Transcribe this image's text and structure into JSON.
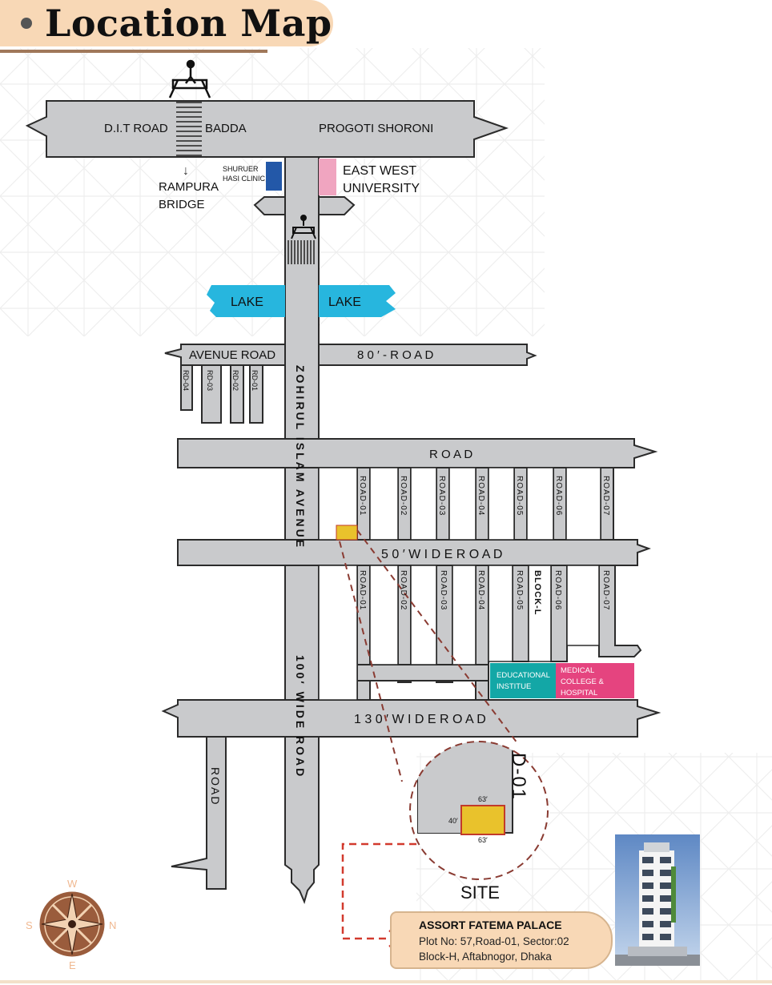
{
  "header": {
    "title": "Location Map"
  },
  "labels": {
    "dit_road": "D.I.T ROAD",
    "badda": "BADDA",
    "progoti_shoroni": "PROGOTI SHORONI",
    "shuruer_1": "SHURUER",
    "shuruer_2": "HASI CLINIC",
    "east_west_1": "EAST WEST",
    "east_west_2": "UNIVERSITY",
    "rampura_1": "RAMPURA",
    "rampura_2": "BRIDGE",
    "lake_left": "LAKE",
    "lake_right": "LAKE",
    "avenue_road": "AVENUE ROAD",
    "road_80": "8 0 ′ - R O A D",
    "road_top": "R O A D",
    "road_50": "5 0 ′   W I D E   R O A D",
    "road_130": "1 3 0 ′ W I D E   R O A D",
    "zohirul": "ZOHIRUL  ISLAM  AVENUE",
    "wide_100": "100′  WIDE  ROAD",
    "road_left": "ROAD",
    "block_l": "BLOCK-L",
    "educational_1": "EDUCATIONAL",
    "educational_2": "INSTITUE",
    "medical_1": "MEDICAL",
    "medical_2": "COLLEGE &",
    "medical_3": "HOSPITAL",
    "rd": [
      "RD-04",
      "RD-03",
      "RD-02",
      "RD-01"
    ],
    "roads_upper": [
      "ROAD-01",
      "ROAD-02",
      "ROAD-03",
      "ROAD-04",
      "ROAD-05",
      "ROAD-06",
      "ROAD-07"
    ],
    "roads_lower": [
      "ROAD-01",
      "ROAD-02",
      "ROAD-03",
      "ROAD-04",
      "ROAD-05",
      "ROAD-06",
      "ROAD-07"
    ],
    "inset_road": "D-01",
    "dim_top": "63′",
    "dim_left": "40′",
    "dim_bottom": "63′",
    "site": "SITE"
  },
  "compass": {
    "w": "W",
    "s": "S",
    "n": "N",
    "e": "E"
  },
  "info": {
    "title": "ASSORT FATEMA PALACE",
    "line1": "Plot No: 57,Road-01, Sector:02",
    "line2": "Block-H, Aftabnogor, Dhaka"
  },
  "colors": {
    "road": "#c9cacc",
    "road_edge": "#2b2b2b",
    "lake": "#27b6de",
    "site": "#e9c22c",
    "shuruer_clinic": "#2358a8",
    "east_west": "#f0a5c0",
    "educational": "#13a7a6",
    "medical": "#e5447f",
    "leader_line": "#d23a2e",
    "header_bg": "#f8d8b6"
  },
  "icons": [
    "footbridge-icon",
    "compass-rose-icon",
    "arrow-right-icon"
  ]
}
